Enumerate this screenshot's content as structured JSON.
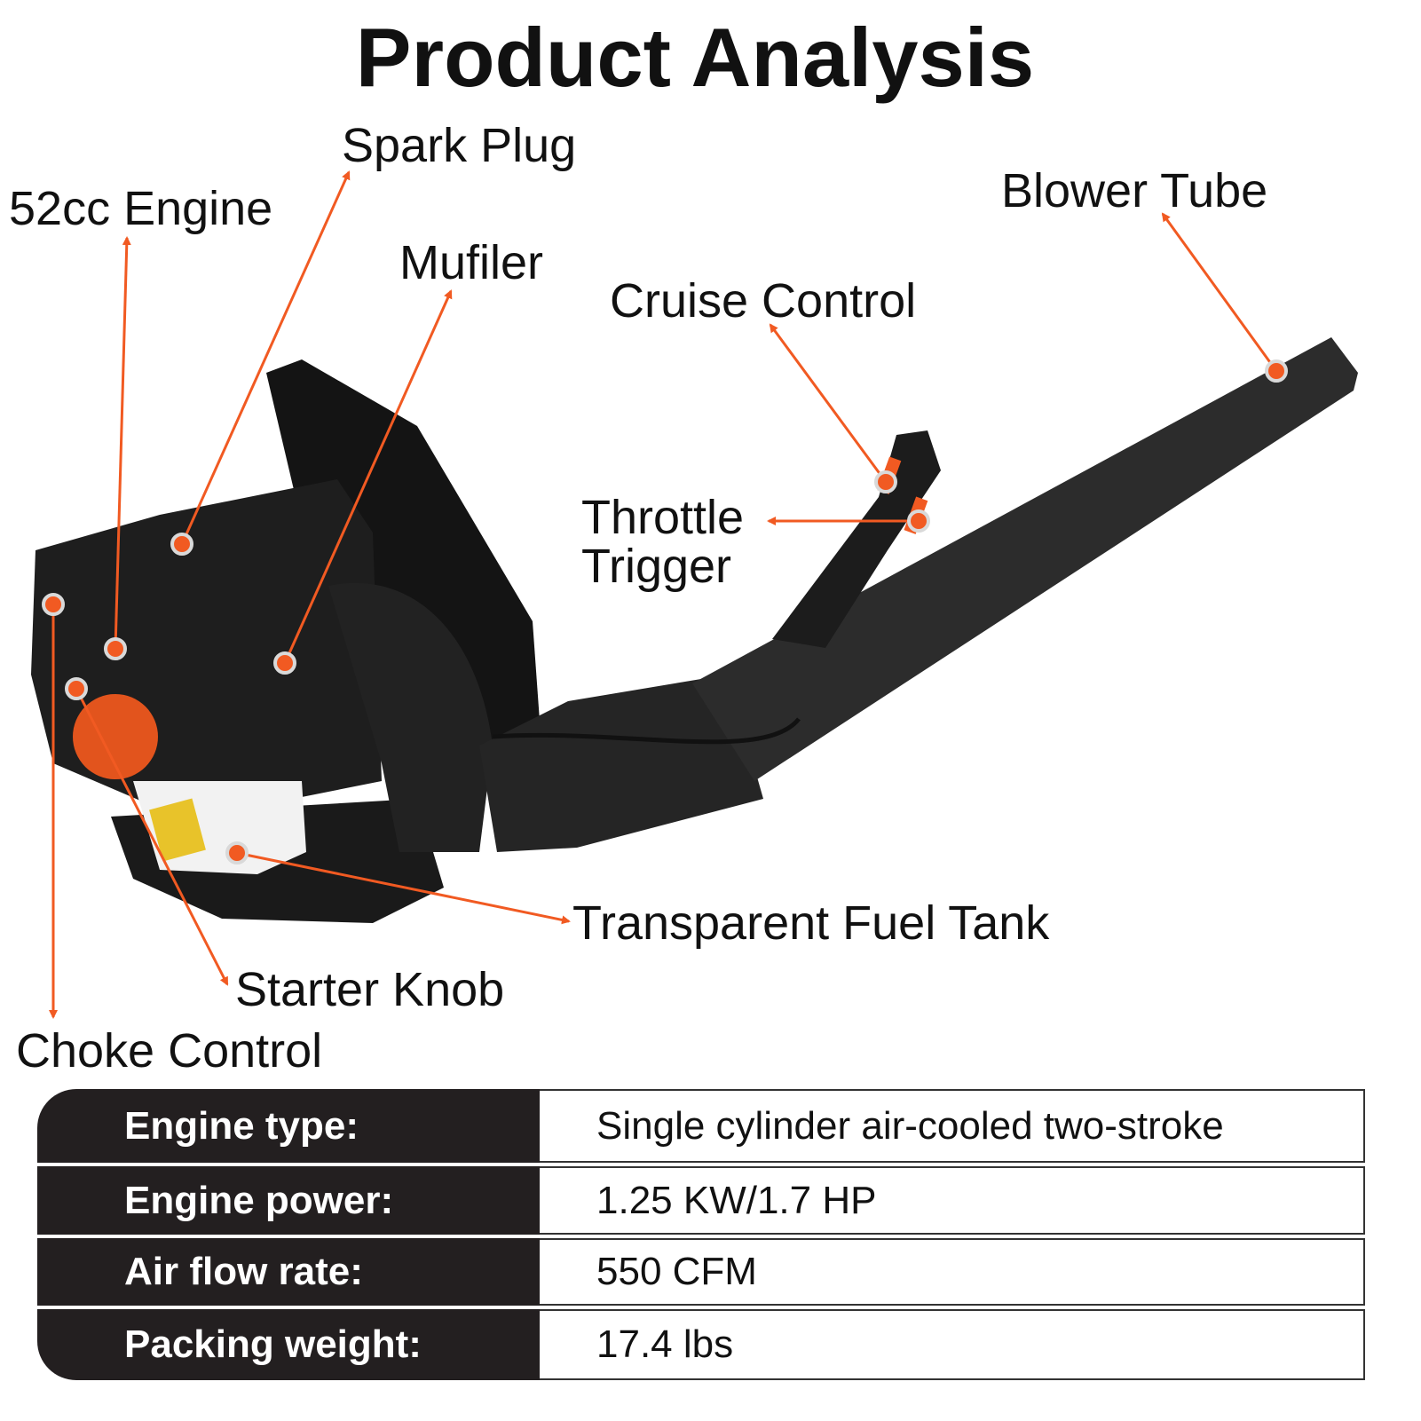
{
  "title": "Product Analysis",
  "accent_color": "#f15a22",
  "callouts": {
    "spark_plug": "Spark Plug",
    "engine": "52cc Engine",
    "muffler": "Mufiler",
    "blower_tube": "Blower Tube",
    "cruise_control": "Cruise Control",
    "throttle_line1": "Throttle",
    "throttle_line2": "Trigger",
    "fuel_tank": "Transparent Fuel Tank",
    "starter_knob": "Starter Knob",
    "choke_control": "Choke Control"
  },
  "specs": [
    {
      "label": "Engine type:",
      "value": "Single cylinder air-cooled two-stroke"
    },
    {
      "label": "Engine power:",
      "value": "1.25 KW/1.7 HP"
    },
    {
      "label": "Air flow rate:",
      "value": "550 CFM"
    },
    {
      "label": "Packing weight:",
      "value": "17.4 lbs"
    }
  ]
}
